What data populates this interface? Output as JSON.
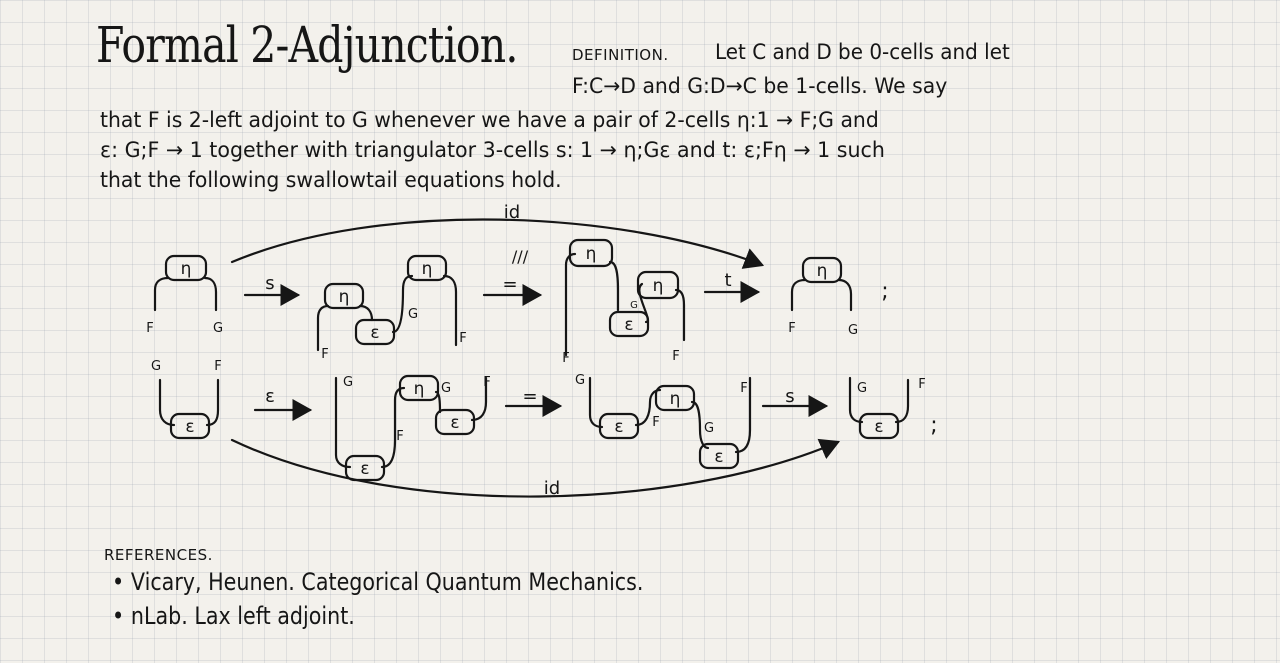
{
  "title": "Formal 2-Adjunction.",
  "definition": {
    "label": "DEFINITION.",
    "l1": "Let C and D be 0-cells and let",
    "l2": "F:C→D and G:D→C be 1-cells. We say",
    "l3": "that F is 2-left adjoint to G whenever we have a pair of 2-cells η:1 → F;G and",
    "l4": "ε: G;F → 1 together with triangulator 3-cells s: 1 → η;Gε and t: ε;Fη → 1 such",
    "l5": "that the following swallowtail equations hold."
  },
  "diagram": {
    "eta": "η",
    "epsilon": "ε",
    "label_F": "F",
    "label_G": "G",
    "arrow_s": "s",
    "arrow_t": "t",
    "arrow_eq": "=",
    "arrow_eps": "ε",
    "triple": "///",
    "id_top": "id",
    "id_bottom": "id",
    "semicolon": ";"
  },
  "references": {
    "title": "REFERENCES.",
    "items": [
      "Vicary, Heunen. Categorical Quantum Mechanics.",
      "nLab. Lax left adjoint."
    ]
  }
}
